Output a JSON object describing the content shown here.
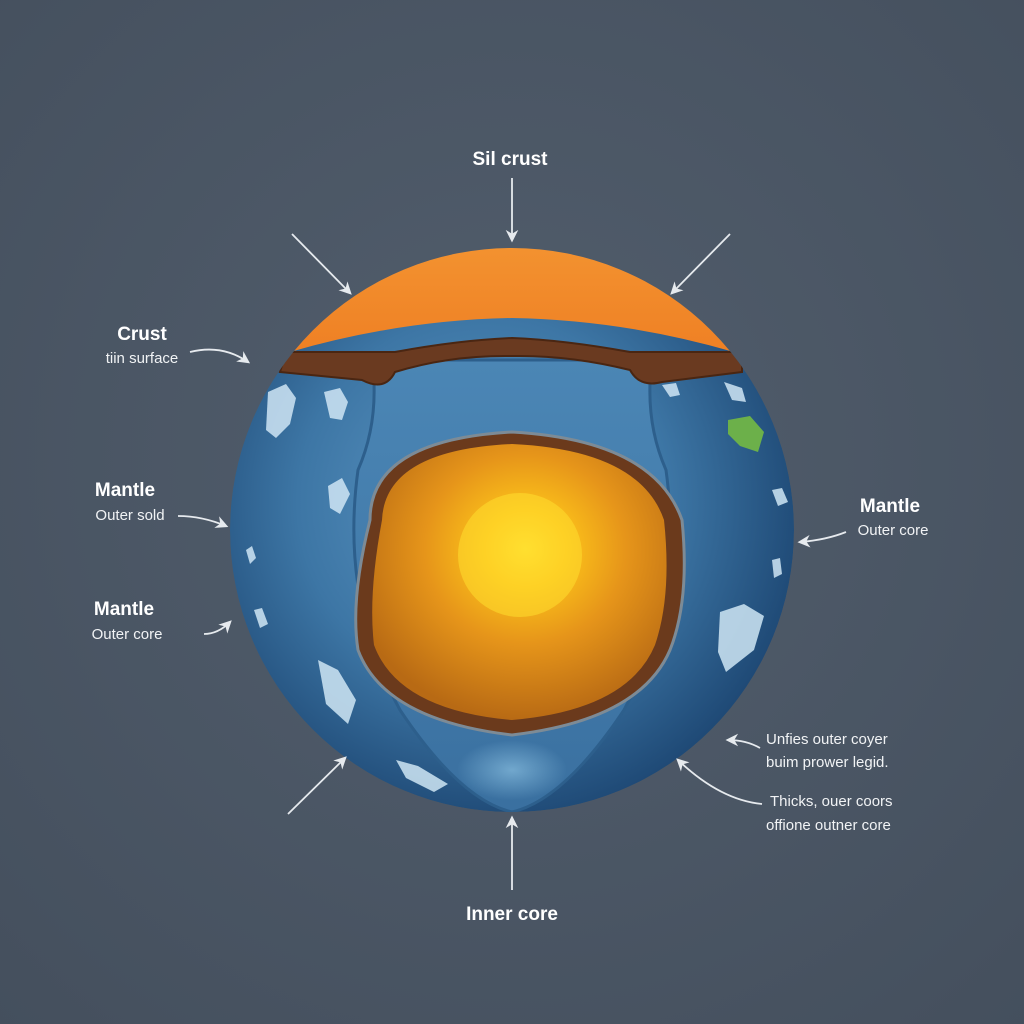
{
  "colors": {
    "background": "#4a5665",
    "crust_orange": "#f0862a",
    "crust_brown": "#6a3a20",
    "mantle_blue": "#3f7aa8",
    "mantle_dark": "#1e4a74",
    "core_orange": "#e08a16",
    "core_glow": "#ffd22a",
    "arrow": "#e6eaee",
    "text": "#ffffff"
  },
  "labels": {
    "top": {
      "title": "Sil crust"
    },
    "crust_left": {
      "title": "Crust",
      "sub": "tiin surface"
    },
    "mantle_left_1": {
      "title": "Mantle",
      "sub": "Outer sold"
    },
    "mantle_left_2": {
      "title": "Mantle",
      "sub": "Outer core"
    },
    "mantle_right": {
      "title": "Mantle",
      "sub": "Outer core"
    },
    "note_right_1": {
      "line1": "Unfies outer coyer",
      "line2": "buim prower legid."
    },
    "note_right_2": {
      "line1": "Thicks, ouer coors",
      "line2": "offione outner core"
    },
    "bottom": {
      "title": "Inner core"
    }
  }
}
